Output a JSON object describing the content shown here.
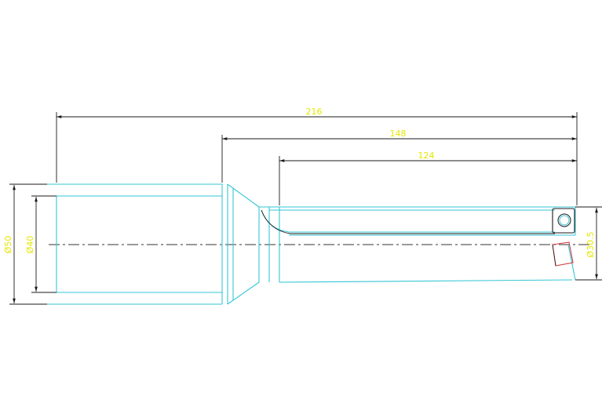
{
  "colors": {
    "background": "#ffffff",
    "part_outline": "#35c6d6",
    "dimension_line": "#1a1a1a",
    "dimension_text": "#e6e600",
    "insert_red": "#d23c3c",
    "centerline": "#333333"
  },
  "dimensions": {
    "overall_length": "216",
    "body_length": "148",
    "flute_length": "124",
    "shank_diameter": "Ø50",
    "shank_inner_diameter": "Ø40",
    "drill_diameter": "Ø30.5"
  }
}
